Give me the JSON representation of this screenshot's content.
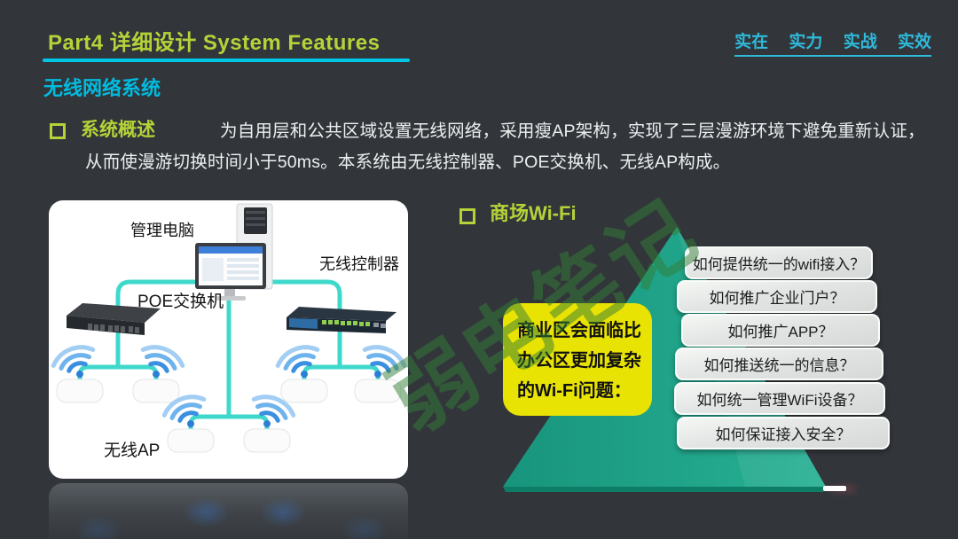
{
  "slide": {
    "header": {
      "title": "Part4 详细设计 System Features",
      "slogan": "实在 实力 实战 实效"
    },
    "subtitle": "无线网络系统",
    "overview": {
      "heading": "系统概述",
      "body": "为自用层和公共区域设置无线网络，采用瘦AP架构，实现了三层漫游环境下避免重新认证，从而使漫游切换时间小于50ms。本系统由无线控制器、POE交换机、无线AP构成。"
    },
    "diagram": {
      "labels": {
        "management_pc": "管理电脑",
        "wireless_controller": "无线控制器",
        "poe_switch": "POE交换机",
        "wireless_ap": "无线AP"
      }
    },
    "mall_wifi": {
      "heading": "商场Wi-Fi",
      "problem_box": {
        "lines": [
          "商业区会面临比",
          "办公区更加复杂",
          "的Wi-Fi问题："
        ]
      },
      "questions": [
        "如何提供统一的wifi接入？",
        "如何推广企业门户？",
        "如何推广APP？",
        "如何推送统一的信息？",
        "如何统一管理WiFi设备？",
        "如何保证接入安全？"
      ]
    },
    "watermark": "弱电笔记",
    "colors": {
      "background": "#32363b",
      "accent_green": "#b5d338",
      "accent_cyan": "#00bcdf",
      "triangle_teal": "#1da287",
      "box_yellow": "#e9e303",
      "line_cyan": "#3fd9cc",
      "wifi_blue": "#3b8fe0"
    }
  }
}
